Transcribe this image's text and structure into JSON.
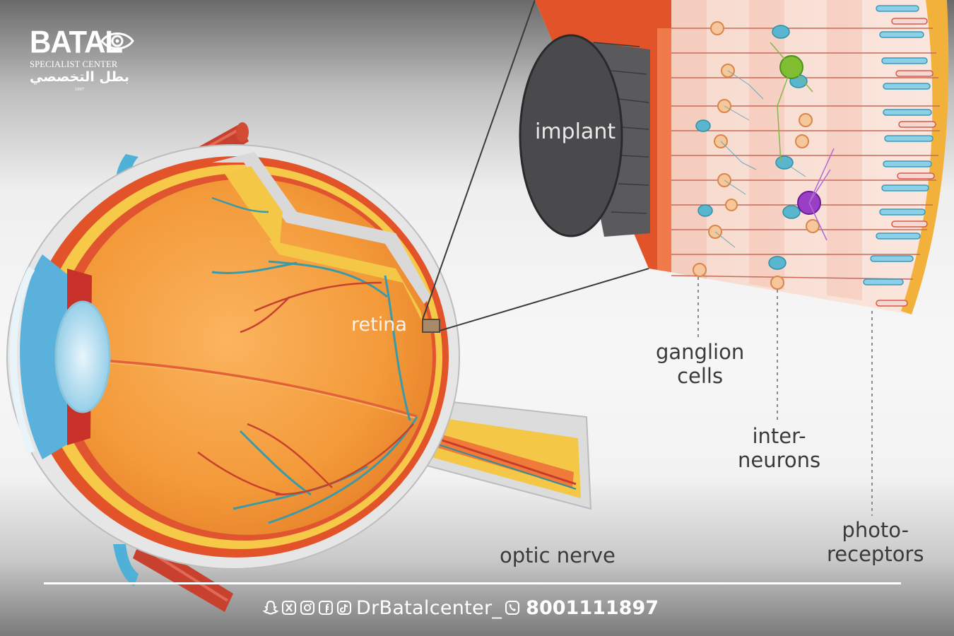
{
  "logo": {
    "name": "BATAL",
    "subtitle": "SPECIALIST CENTER",
    "arabic_name": "بطل التخصصي",
    "year": "1997"
  },
  "labels": {
    "retina": "retina",
    "implant": "implant",
    "ganglion_cells": [
      "ganglion",
      "cells"
    ],
    "interneurons": [
      "inter-",
      "neurons"
    ],
    "photoreceptors": [
      "photo-",
      "receptors"
    ],
    "optic_nerve": "optic nerve"
  },
  "footer": {
    "social_icons": [
      "snapchat-icon",
      "x-icon",
      "instagram-icon",
      "facebook-icon",
      "tiktok-icon"
    ],
    "handle": "DrBatalcenter_",
    "phone_icon": "phone-icon",
    "phone": "8001111897"
  },
  "colors": {
    "eye_orange": "#f39a3a",
    "sclera_red": "#e2532a",
    "retina_yellow": "#f7c948",
    "vessel_teal": "#3a9aa8",
    "implant_gray": "#4a4a4c",
    "cell_blue": "#5ab6cf",
    "cell_green": "#7fbf2f",
    "cell_purple": "#9a3ec6"
  }
}
